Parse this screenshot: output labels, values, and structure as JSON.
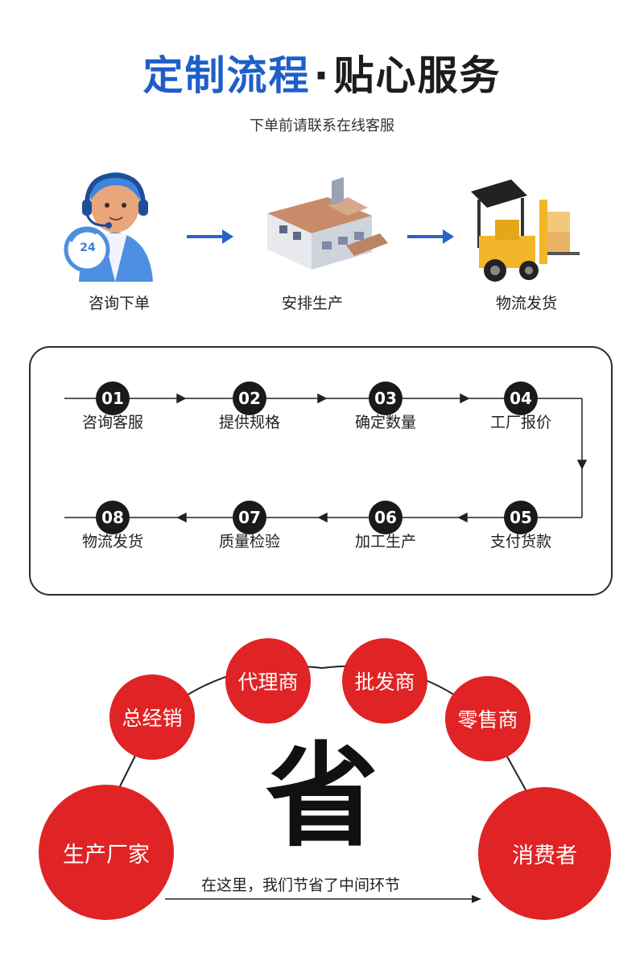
{
  "header": {
    "title_blue": "定制流程",
    "separator": "·",
    "title_dark": "贴心服务",
    "subtitle": "下单前请联系在线客服"
  },
  "illustrated_steps": [
    {
      "label": "咨询下单",
      "icon": "customer-service-icon",
      "badge": "24"
    },
    {
      "label": "安排生产",
      "icon": "factory-icon"
    },
    {
      "label": "物流发货",
      "icon": "forklift-icon"
    }
  ],
  "process": {
    "row1": [
      {
        "num": "01",
        "label": "咨询客服"
      },
      {
        "num": "02",
        "label": "提供规格"
      },
      {
        "num": "03",
        "label": "确定数量"
      },
      {
        "num": "04",
        "label": "工厂报价"
      }
    ],
    "row2": [
      {
        "num": "08",
        "label": "物流发货"
      },
      {
        "num": "07",
        "label": "质量检验"
      },
      {
        "num": "06",
        "label": "加工生产"
      },
      {
        "num": "05",
        "label": "支付货款"
      }
    ]
  },
  "chain": {
    "nodes": [
      "生产厂家",
      "总经销",
      "代理商",
      "批发商",
      "零售商",
      "消费者"
    ],
    "center_char": "省",
    "note": "在这里，我们节省了中间环节"
  },
  "colors": {
    "title_blue": "#1f5ec8",
    "arrow_blue": "#2a62c9",
    "circle_red": "#e02324",
    "badge_black": "#1a1a1a"
  }
}
